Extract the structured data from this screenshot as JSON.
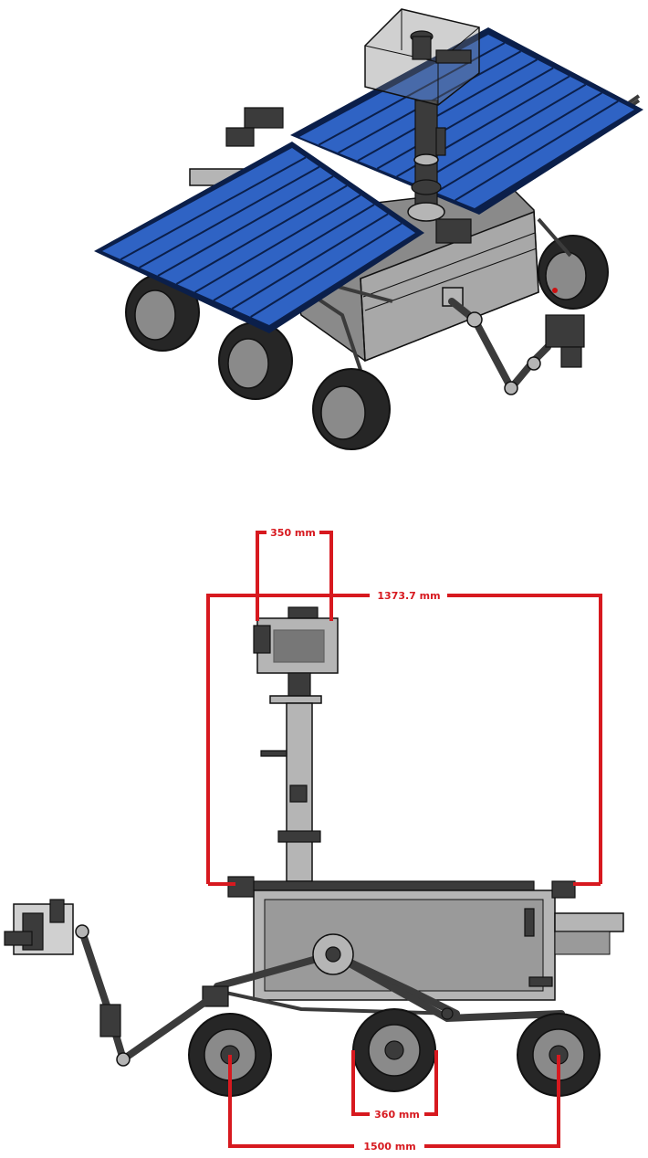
{
  "colors": {
    "dimension": "#d7191f",
    "panel": "#2f63c4",
    "panel_dark": "#1b3f8a",
    "panel_line": "#0b1f4a",
    "metal": "#8a8a8a",
    "metal_dark": "#3b3b3b",
    "tire": "#262626",
    "outline": "#111111"
  },
  "dimensions": {
    "camera_width": "350 mm",
    "overall_height": "1373.7 mm",
    "wheel_width": "360 mm",
    "wheelbase": "1500 mm"
  },
  "icons": [
    "rover-isometric-icon",
    "rover-side-elevation-icon"
  ]
}
